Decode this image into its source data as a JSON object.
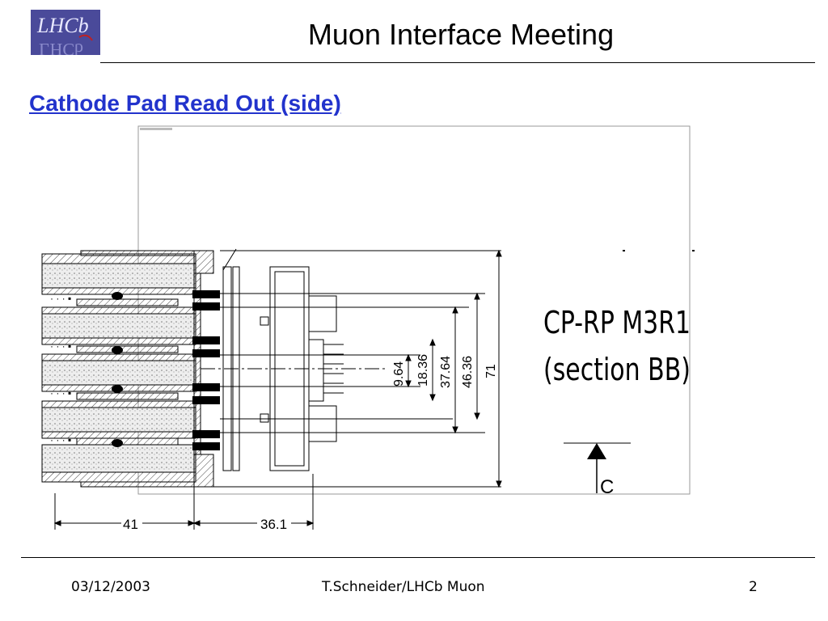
{
  "logo": {
    "text": "LHCb",
    "colors": {
      "background": "#4a4a9a",
      "text": "#e8e8ff",
      "accent": "#c02020"
    }
  },
  "header": {
    "title": "Muon Interface Meeting"
  },
  "slide": {
    "subtitle": "Cathode Pad Read Out (side)"
  },
  "drawing": {
    "label_line1": "CP-RP M3R1",
    "label_line2": "(section BB)",
    "section_marker": "C",
    "dimensions": {
      "d1": "9.64",
      "d2": "18.36",
      "d3": "37.64",
      "d4": "46.36",
      "d5": "71",
      "bottom_left": "41",
      "bottom_right": "36.1"
    }
  },
  "footer": {
    "date": "03/12/2003",
    "author": "T.Schneider/LHCb Muon",
    "page": "2"
  }
}
